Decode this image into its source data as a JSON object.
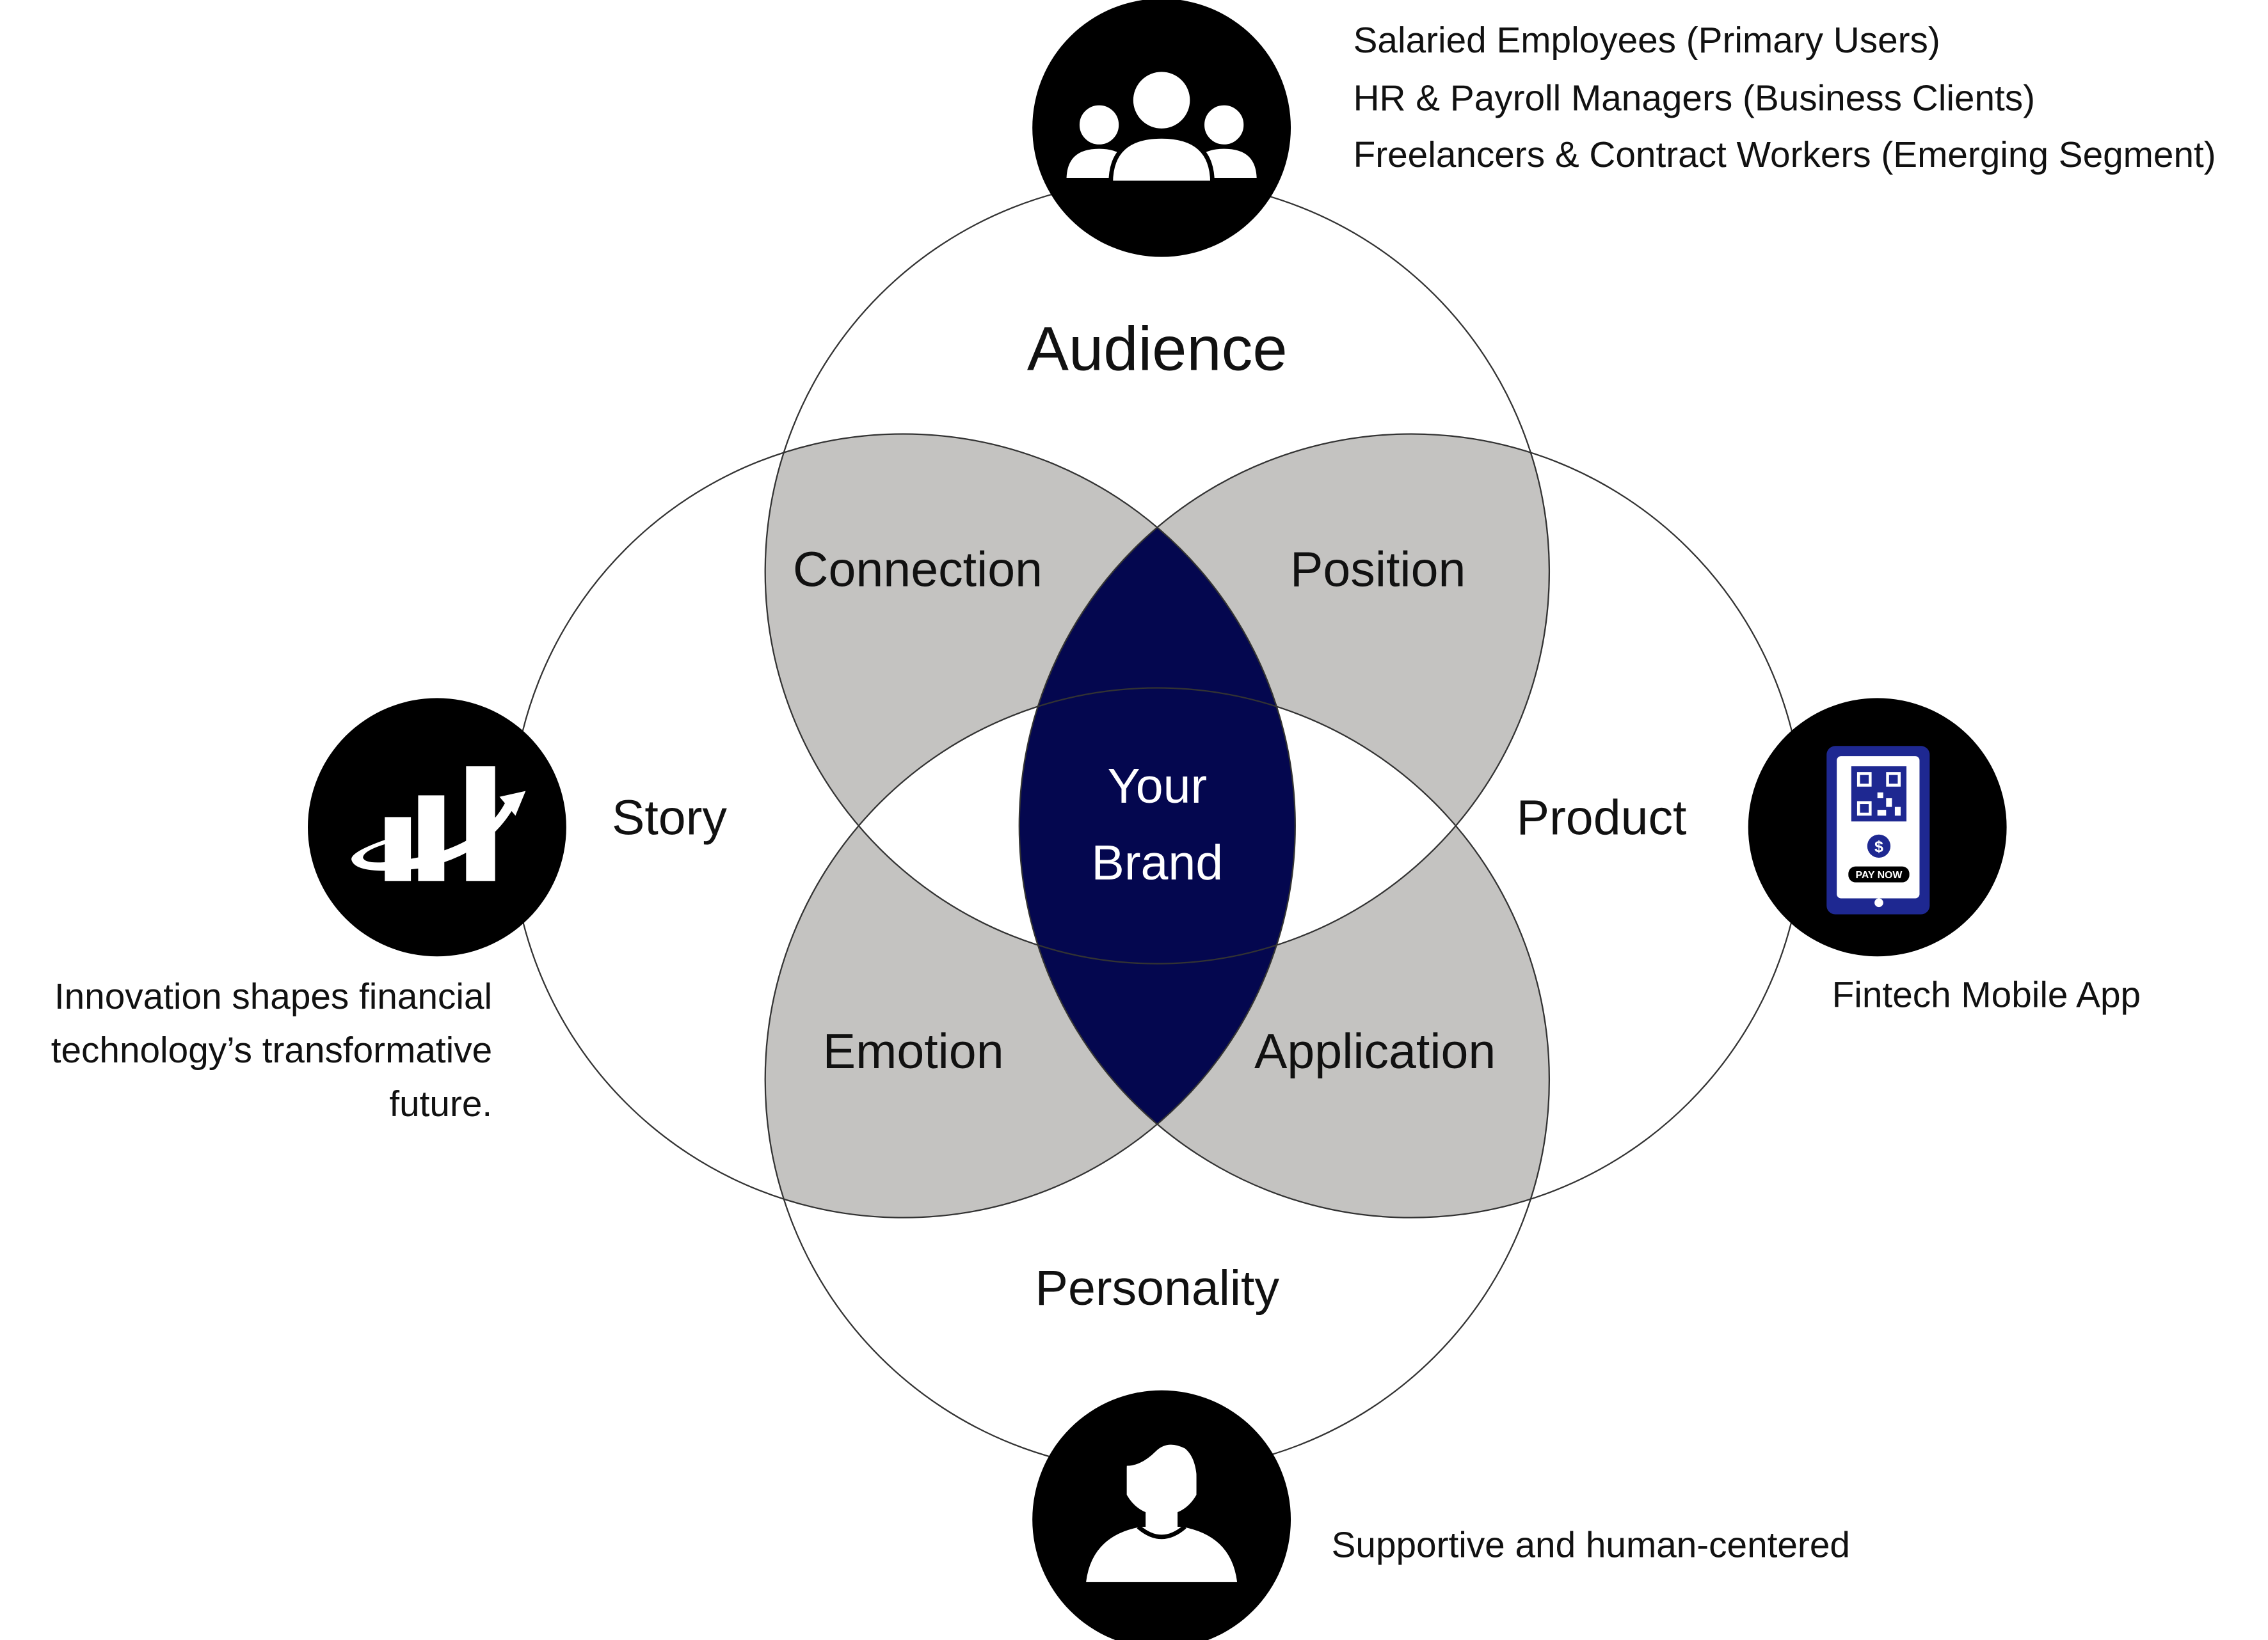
{
  "center": {
    "line1": "Your",
    "line2": "Brand"
  },
  "circles": {
    "audience": "Audience",
    "story": "Story",
    "product": "Product",
    "personality": "Personality"
  },
  "overlaps": {
    "connection": "Connection",
    "position": "Position",
    "emotion": "Emotion",
    "application": "Application"
  },
  "notes": {
    "audience": [
      "Salaried Employees (Primary Users)",
      "HR & Payroll Managers (Business Clients)",
      "Freelancers & Contract Workers (Emerging Segment)"
    ],
    "story": [
      "Innovation shapes financial",
      "technology’s transformative",
      "future."
    ],
    "product": "Fintech Mobile App",
    "personality": "Supportive and human-centered"
  },
  "phone_screen": {
    "button_text": "PAY NOW",
    "coin_symbol": "$"
  },
  "icons": {
    "audience": "people-group-icon",
    "story": "growth-chart-icon",
    "product": "mobile-payment-icon",
    "personality": "person-avatar-icon"
  },
  "colors": {
    "brand_fill": "#04074F",
    "overlap_fill": "#C4C3C1",
    "circle_stroke": "#333333",
    "icon_disc": "#000000",
    "phone_body": "#1E2891"
  }
}
